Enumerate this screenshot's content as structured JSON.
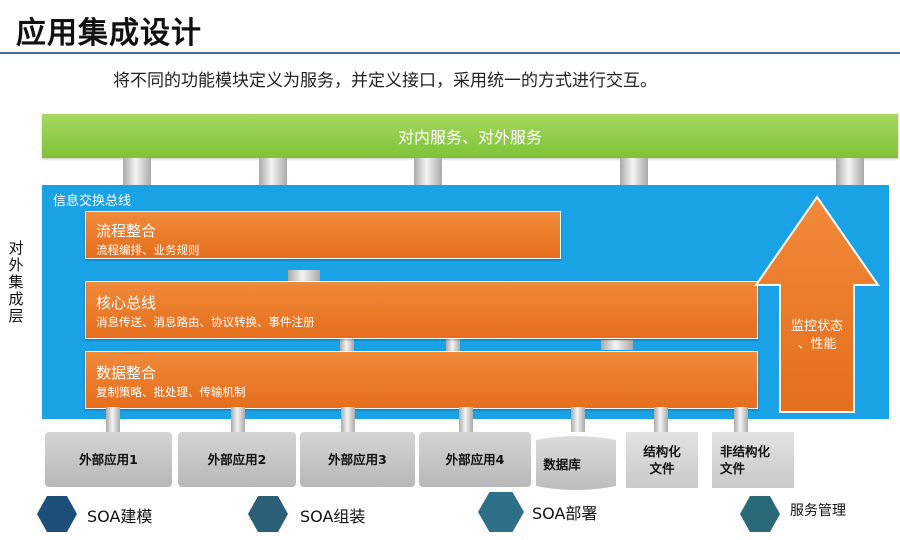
{
  "header": {
    "title": "应用集成设计",
    "subtitle": "将不同的功能模块定义为服务，并定义接口，采用统一的方式进行交互。"
  },
  "services": {
    "label": "对内服务、对外服务"
  },
  "bus": {
    "label": "信息交换总线"
  },
  "side_label": "对外集成层",
  "layers": [
    {
      "title": "流程整合",
      "detail": "流程编排、业务规则"
    },
    {
      "title": "核心总线",
      "detail": "消息传送、消息路由、协议转换、事件注册"
    },
    {
      "title": "数据整合",
      "detail": "复制策略、批处理、传输机制"
    }
  ],
  "monitor": {
    "line1": "监控状态",
    "line2": "、性能"
  },
  "apps": [
    {
      "label": "外部应用1"
    },
    {
      "label": "外部应用2"
    },
    {
      "label": "外部应用3"
    },
    {
      "label": "外部应用4"
    },
    {
      "label": "数据库"
    },
    {
      "line1": "结构化",
      "line2": "文件"
    },
    {
      "line1": "非结构化",
      "line2": "文件"
    }
  ],
  "legend": [
    {
      "label": "SOA建模",
      "color": "#1e4f7a"
    },
    {
      "label": "SOA组装",
      "color": "#2b5f78"
    },
    {
      "label": "SOA部署",
      "color": "#2e6f8a"
    },
    {
      "label": "服务管理",
      "color": "#2a6a78"
    }
  ],
  "colors": {
    "bus_blue": "#1aa2e6",
    "service_green": "#8ccb46",
    "layer_orange": "#ee7d2d"
  }
}
